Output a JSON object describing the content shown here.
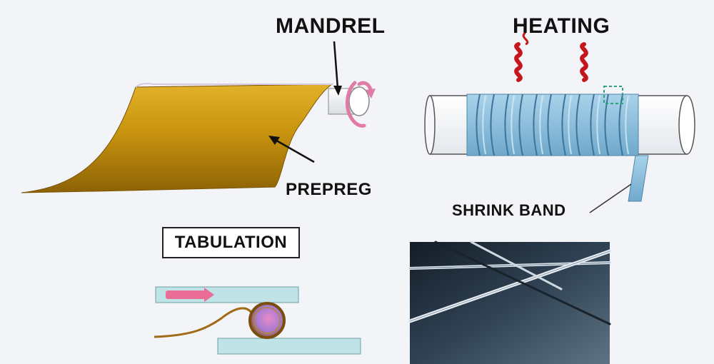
{
  "labels": {
    "mandrel": "MANDREL",
    "heating": "HEATING",
    "prepreg": "PREPREG",
    "shrink_band": "SHRINK BAND",
    "tabulation": "TABULATION"
  },
  "colors": {
    "background": "#f3f4f7",
    "prepreg": "#c8930e",
    "mandrel_white": "#f4f6f8",
    "rotation_arrow": "#e07aa6",
    "heat_wave": "#c4161c",
    "shrink_band": "#8fc0dc",
    "plate": "#bfe3e6",
    "photo_background": "#23303d"
  },
  "icons": [
    "rotation-arrow-icon",
    "heat-wave-icon",
    "direction-arrow-icon"
  ]
}
